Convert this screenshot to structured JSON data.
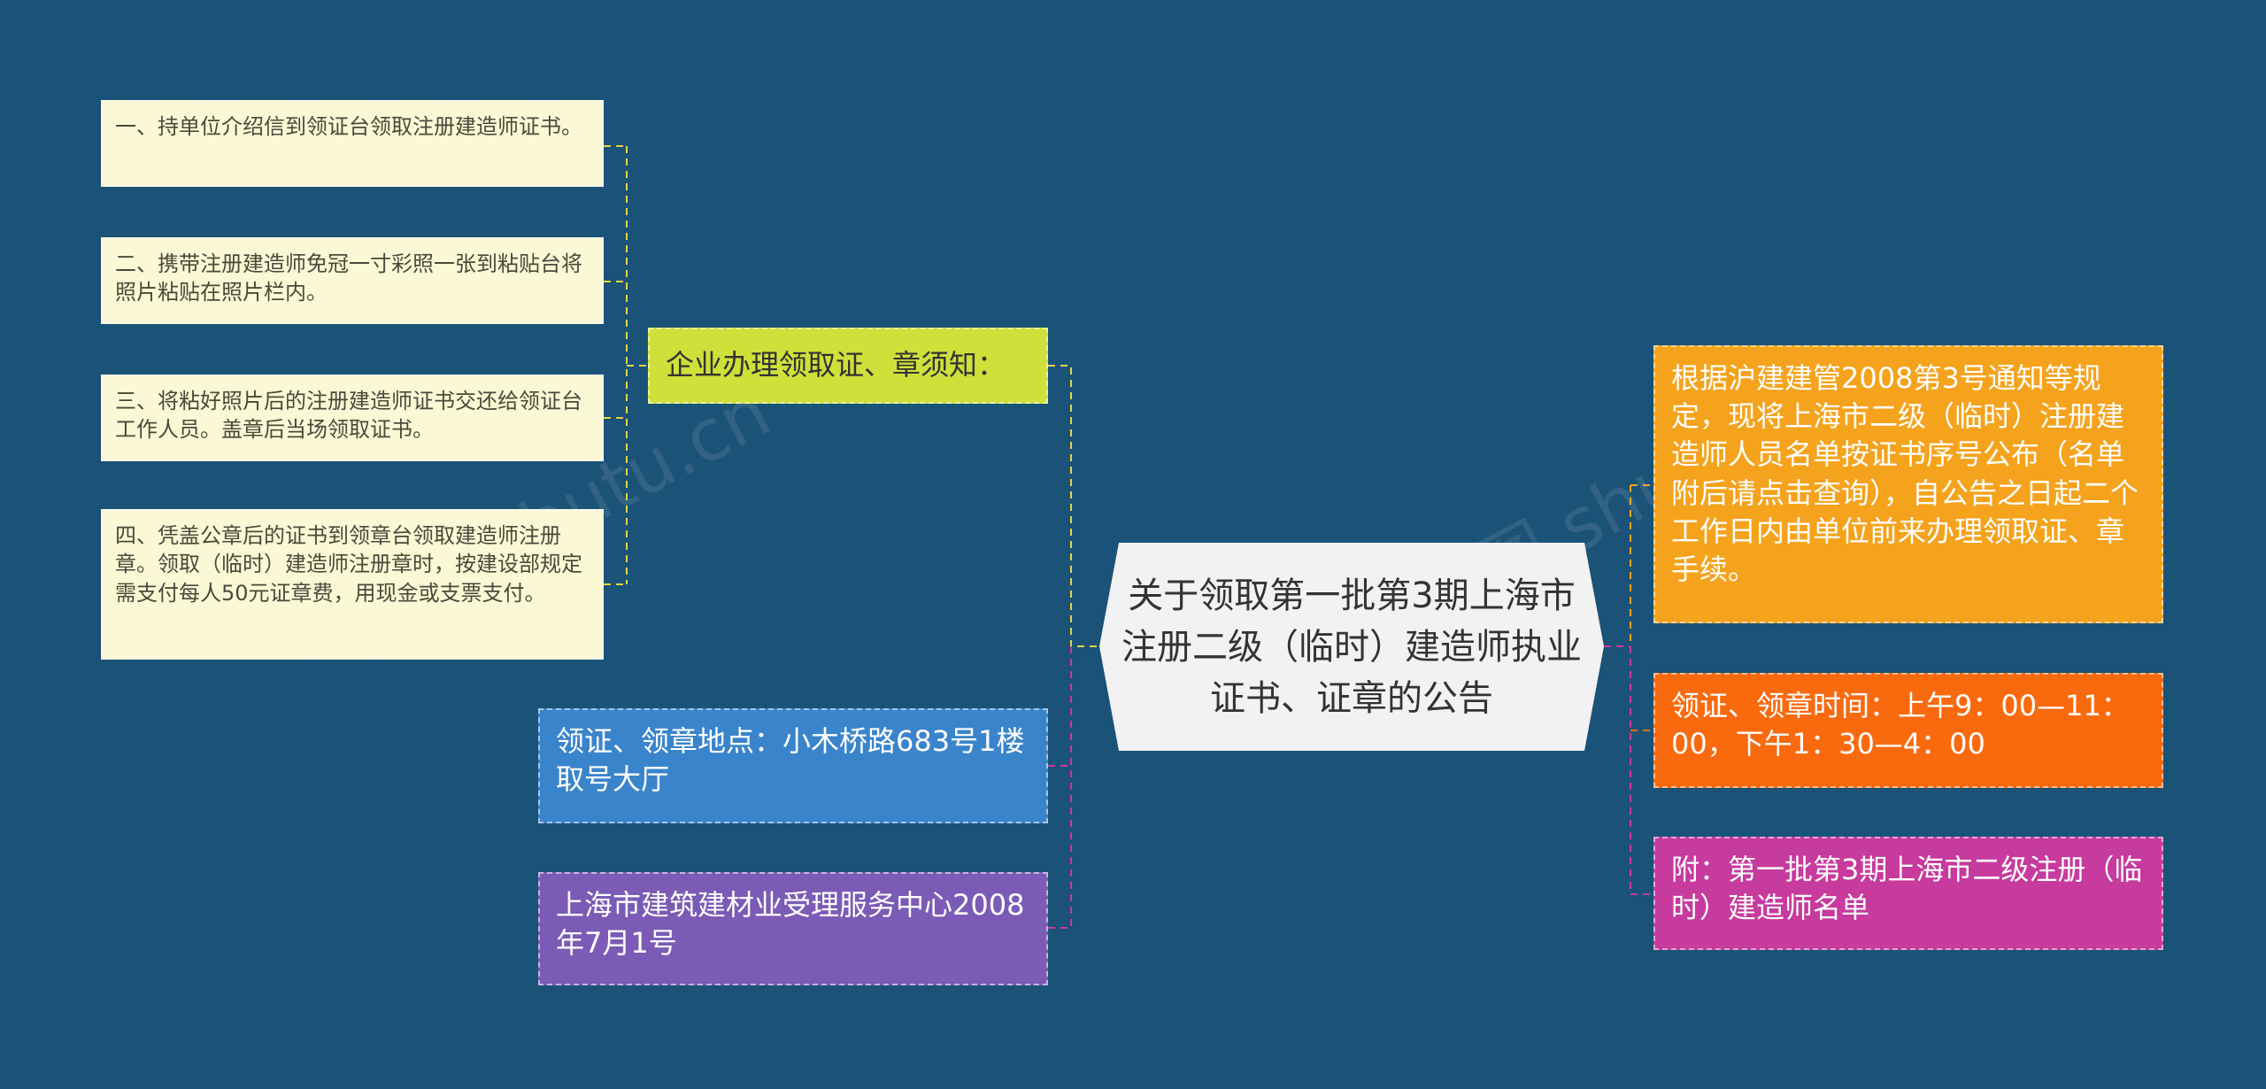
{
  "center": {
    "title": "关于领取第一批第3期上海市注册二级（临时）建造师执业证书、证章的公告"
  },
  "left": {
    "notice": {
      "label": "企业办理领取证、章须知：",
      "steps": [
        "一、持单位介绍信到领证台领取注册建造师证书。",
        "二、携带注册建造师免冠一寸彩照一张到粘贴台将照片粘贴在照片栏内。",
        "三、将粘好照片后的注册建造师证书交还给领证台工作人员。盖章后当场领取证书。",
        "四、凭盖公章后的证书到领章台领取建造师注册章。领取（临时）建造师注册章时，按建设部规定需支付每人50元证章费，用现金或支票支付。"
      ]
    },
    "location": "领证、领章地点：小木桥路683号1楼取号大厅",
    "issuer": "上海市建筑建材业受理服务中心2008年7月1号"
  },
  "right": {
    "announcement": "根据沪建建管2008第3号通知等规定，现将上海市二级（临时）注册建造师人员名单按证书序号公布（名单附后请点击查询），自公告之日起二个工作日内由单位前来办理领取证、章手续。",
    "hours": "领证、领章时间：上午9：00—11：00，下午1：30—4：00",
    "attachment": "附：第一批第3期上海市二级注册（临时）建造师名单"
  },
  "watermark": [
    "树图 shutu.cn",
    "树图 shutu.cn"
  ],
  "colors": {
    "background": "#1b5277",
    "center": "#f2f2f2",
    "notice": "#cfe03a",
    "leaf": "#fbf8d6",
    "location": "#3a84cc",
    "issuer": "#7b5bb5",
    "announcement": "#f5a31c",
    "hours": "#f96a0f",
    "attachment": "#c73a9e",
    "link_yellow": "#e3d44a",
    "link_orange": "#f5a31c",
    "link_magenta": "#c73a9e"
  }
}
